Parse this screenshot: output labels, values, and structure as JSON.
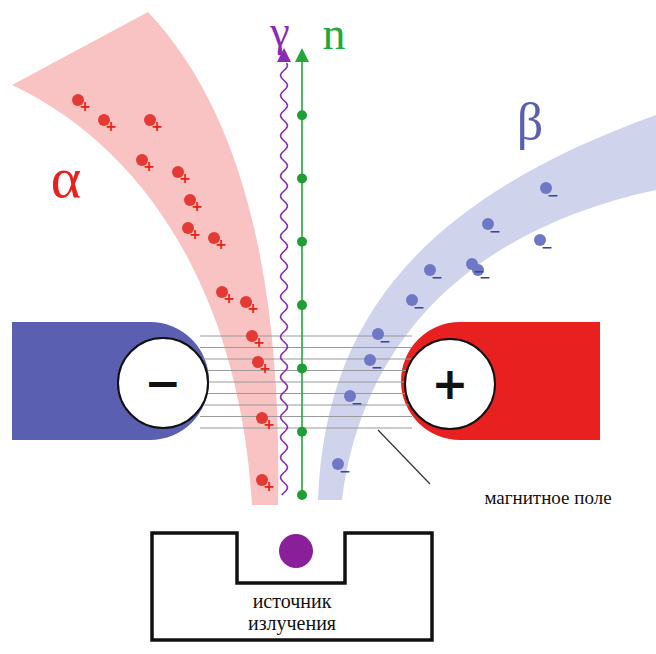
{
  "diagram": {
    "nodes": [
      {
        "text": [
          "−"
        ]
      },
      {
        "text": [
          "+"
        ]
      },
      {
        "text": [
          "источник излучения"
        ]
      }
    ],
    "labels": [
      "α",
      "+",
      "+",
      "+",
      "+",
      "+",
      "+",
      "+",
      "+",
      "+",
      "+",
      "+",
      "+",
      "+",
      "+",
      "γ",
      "n",
      "β",
      "−",
      "−",
      "−",
      "−",
      "−",
      "−",
      "−",
      "−",
      "−",
      "−",
      "−",
      "магнитное поле"
    ]
  }
}
